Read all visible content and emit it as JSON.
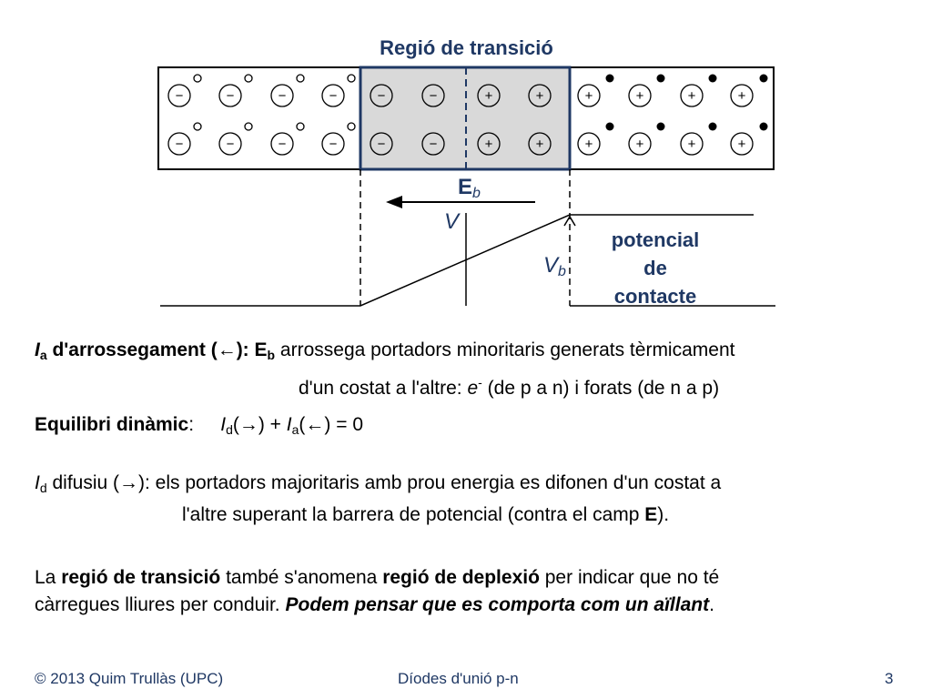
{
  "title": "Regió de transició",
  "diagram": {
    "minus": "−",
    "plus": "+",
    "eb_label": "E",
    "eb_sub": "b",
    "v_label": "V",
    "vb_label": "V",
    "vb_sub": "b",
    "potencial": [
      "potencial",
      "de",
      "contacte"
    ],
    "colors": {
      "region_fill": "#D9D9D9",
      "region_border": "#1F3864",
      "text_blue": "#1F3864"
    }
  },
  "para1": {
    "i": "I",
    "a": "a",
    "bold_text": " d'arrossegament (←): E",
    "b": "b",
    "rest1": " arrossega portadors minoritaris generats tèrmicament",
    "line2_a": "d'un costat a l'altre:  ",
    "e": "e",
    "minus": "-",
    "line2_b": " (de p a n) i forats (de n a p)"
  },
  "para2": {
    "bold_text": "Equilibri dinàmic",
    "colon": ":     ",
    "i1": "I",
    "d": "d",
    "mid": "(→) + ",
    "i2": "I",
    "a": "a",
    "end": "(←) = 0"
  },
  "para3": {
    "i": "I",
    "d": "d",
    "line1": " difusiu (→): els portadors majoritaris amb prou energia es difonen d'un costat a",
    "line2_a": "l'altre superant la barrera de potencial (contra el camp ",
    "e": "E",
    "line2_b": ")."
  },
  "para4": {
    "t1": "La ",
    "b1": "regió de transició",
    "t2": " també s'anomena ",
    "b2": "regió de deplexió",
    "t3": " per indicar que no té",
    "t4": "càrregues lliures per conduir. ",
    "b3": "Podem pensar que es comporta com un aïllant",
    "t5": "."
  },
  "footer": {
    "left": "© 2013 Quim Trullàs (UPC)",
    "center": "Díodes d'unió p-n",
    "page": "3"
  }
}
